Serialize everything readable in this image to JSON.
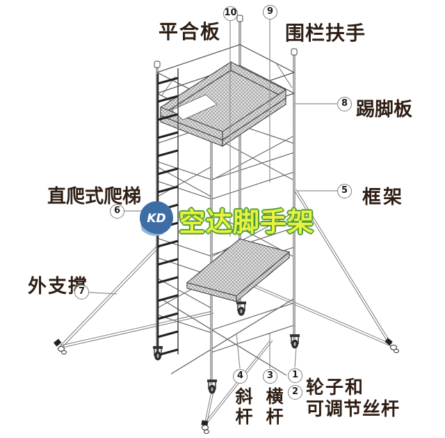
{
  "diagram": {
    "subject": "mobile scaffold tower parts diagram",
    "background": "#ffffff",
    "line_color": "#4a4a4a",
    "leader_color": "#8f8f8f",
    "label_color": "#2e1e14"
  },
  "labels": {
    "platform_board": "平合板",
    "guardrail_handrail": "围栏扶手",
    "toe_board": "踢脚板",
    "frame": "框架",
    "climbing_ladder": "直爬式爬梯",
    "outer_support": "外支撑",
    "diagonal_rod": "斜杆",
    "horizontal_rod": "横杆",
    "wheels_line1": "轮子和",
    "wheels_line2": "可调节丝杆"
  },
  "callouts": {
    "c10": "10",
    "c9": "9",
    "c8": "8",
    "c5": "5",
    "c6": "6",
    "c7": "7",
    "c4": "4",
    "c3": "3",
    "c1": "1",
    "c2": "2"
  },
  "watermark": {
    "logo_text": "KD",
    "brand_text": "空达脚手架",
    "text_fill": "#e8f23f",
    "text_outline": "#4e9b3b",
    "logo_bg": "#3e6da6"
  }
}
